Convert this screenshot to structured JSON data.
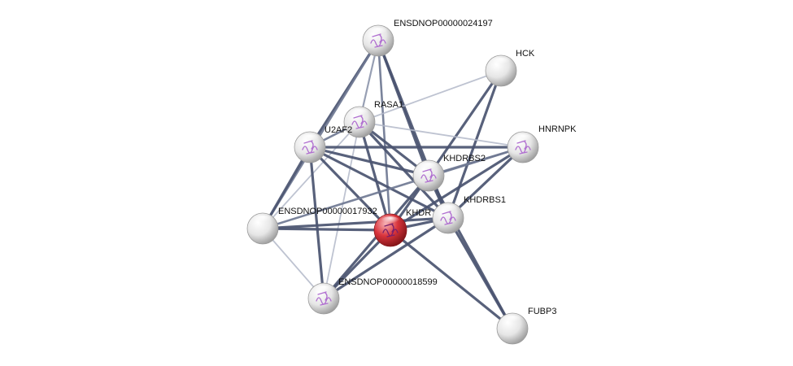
{
  "nodes": [
    {
      "id": "ENSDNOP00000024197",
      "label": "ENSDNOP00000024197",
      "color": "#e8e8e8",
      "highlight": false,
      "structure": true
    },
    {
      "id": "HCK",
      "label": "HCK",
      "color": "#e8e8e8",
      "highlight": false,
      "structure": false
    },
    {
      "id": "RASA1",
      "label": "RASA1",
      "color": "#e8e8e8",
      "highlight": false,
      "structure": true
    },
    {
      "id": "HNRNPK",
      "label": "HNRNPK",
      "color": "#e8e8e8",
      "highlight": false,
      "structure": true
    },
    {
      "id": "U2AF2",
      "label": "U2AF2",
      "color": "#e8e8e8",
      "highlight": false,
      "structure": true
    },
    {
      "id": "KHDRBS2",
      "label": "KHDRBS2",
      "color": "#e8e8e8",
      "highlight": false,
      "structure": true
    },
    {
      "id": "KHDRBS1",
      "label": "KHDRBS1",
      "color": "#e8e8e8",
      "highlight": false,
      "structure": true
    },
    {
      "id": "ENSDNOP00000017932",
      "label": "ENSDNOP00000017932",
      "color": "#e8e8e8",
      "highlight": false,
      "structure": false
    },
    {
      "id": "KHDR",
      "label": "KHDR",
      "color": "#d9343c",
      "highlight": true,
      "structure": true
    },
    {
      "id": "ENSDNOP00000018599",
      "label": "ENSDNOP00000018599",
      "color": "#e8e8e8",
      "highlight": false,
      "structure": true
    },
    {
      "id": "FUBP3",
      "label": "FUBP3",
      "color": "#e8e8e8",
      "highlight": false,
      "structure": false
    }
  ],
  "edges": [
    [
      "ENSDNOP00000024197",
      "U2AF2",
      "strong"
    ],
    [
      "ENSDNOP00000024197",
      "RASA1",
      "weak"
    ],
    [
      "ENSDNOP00000024197",
      "KHDRBS2",
      "strong"
    ],
    [
      "ENSDNOP00000024197",
      "KHDRBS1",
      "strong"
    ],
    [
      "ENSDNOP00000024197",
      "KHDR",
      "medium"
    ],
    [
      "ENSDNOP00000024197",
      "ENSDNOP00000017932",
      "medium"
    ],
    [
      "HCK",
      "RASA1",
      "faint"
    ],
    [
      "HCK",
      "KHDRBS2",
      "strong"
    ],
    [
      "HCK",
      "KHDRBS1",
      "strong"
    ],
    [
      "RASA1",
      "U2AF2",
      "medium"
    ],
    [
      "RASA1",
      "KHDRBS2",
      "strong"
    ],
    [
      "RASA1",
      "KHDRBS1",
      "strong"
    ],
    [
      "RASA1",
      "KHDR",
      "strong"
    ],
    [
      "RASA1",
      "HNRNPK",
      "faint"
    ],
    [
      "RASA1",
      "ENSDNOP00000018599",
      "faint"
    ],
    [
      "RASA1",
      "ENSDNOP00000017932",
      "faint"
    ],
    [
      "U2AF2",
      "HNRNPK",
      "strong"
    ],
    [
      "U2AF2",
      "KHDRBS2",
      "strong"
    ],
    [
      "U2AF2",
      "KHDRBS1",
      "strong"
    ],
    [
      "U2AF2",
      "KHDR",
      "strong"
    ],
    [
      "U2AF2",
      "ENSDNOP00000017932",
      "strong"
    ],
    [
      "U2AF2",
      "ENSDNOP00000018599",
      "strong"
    ],
    [
      "HNRNPK",
      "KHDRBS2",
      "medium"
    ],
    [
      "HNRNPK",
      "KHDRBS1",
      "strong"
    ],
    [
      "HNRNPK",
      "KHDR",
      "strong"
    ],
    [
      "HNRNPK",
      "ENSDNOP00000017932",
      "medium"
    ],
    [
      "KHDRBS2",
      "KHDRBS1",
      "strong"
    ],
    [
      "KHDRBS2",
      "KHDR",
      "strong"
    ],
    [
      "KHDRBS2",
      "ENSDNOP00000018599",
      "strong"
    ],
    [
      "KHDRBS2",
      "FUBP3",
      "strong"
    ],
    [
      "KHDRBS1",
      "KHDR",
      "strong"
    ],
    [
      "KHDRBS1",
      "ENSDNOP00000017932",
      "strong"
    ],
    [
      "KHDRBS1",
      "ENSDNOP00000018599",
      "strong"
    ],
    [
      "KHDRBS1",
      "FUBP3",
      "strong"
    ],
    [
      "KHDR",
      "ENSDNOP00000017932",
      "strong"
    ],
    [
      "KHDR",
      "ENSDNOP00000018599",
      "strong"
    ],
    [
      "KHDR",
      "FUBP3",
      "strong"
    ],
    [
      "ENSDNOP00000017932",
      "ENSDNOP00000018599",
      "faint"
    ]
  ],
  "edge_colors": {
    "strong": "#4a5470",
    "medium": "#6f7893",
    "weak": "#8e97ad",
    "faint": "#b3b9c9"
  }
}
